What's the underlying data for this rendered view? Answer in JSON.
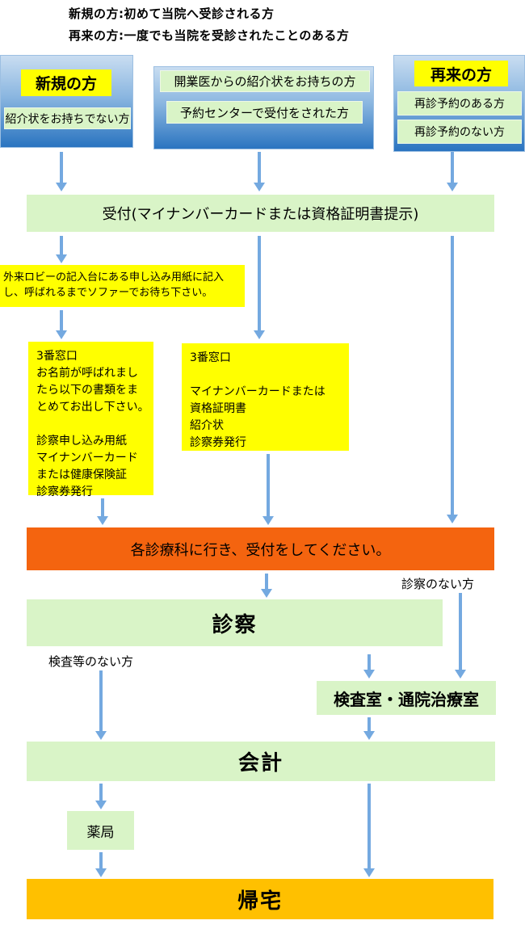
{
  "header": {
    "line1": "新規の方:初めて当院へ受診される方",
    "line2": "再来の方:一度でも当院を受診されたことのある方"
  },
  "entry_groups": {
    "new_patient": {
      "title": "新規の方",
      "items": [
        "紹介状をお持ちでない方"
      ]
    },
    "referral": {
      "items": [
        "開業医からの紹介状をお持ちの方",
        "予約センターで受付をされた方"
      ]
    },
    "returning": {
      "title": "再来の方",
      "items": [
        "再診予約のある方",
        "再診予約のない方"
      ]
    }
  },
  "reception": {
    "label": "受付(マイナンバーカードまたは資格証明書提示)"
  },
  "lobby_note": {
    "line1": "外来ロビーの記入台にある申し込み用紙に記入",
    "line2": "し、呼ばれるまでソファーでお待ち下さい。"
  },
  "window3_left": {
    "lines": [
      "3番窓口",
      "お名前が呼ばれまし",
      "たら以下の書類をま",
      "とめてお出し下さい。",
      "",
      "診察申し込み用紙",
      "マイナンバーカード",
      "または健康保険証",
      "診察券発行"
    ]
  },
  "window3_middle": {
    "lines": [
      "3番窓口",
      "",
      "マイナンバーカードまたは",
      "資格証明書",
      "紹介状",
      "診察券発行"
    ]
  },
  "department": {
    "label": "各診療科に行き、受付をしてください。"
  },
  "branch_labels": {
    "no_consultation": "診察のない方",
    "no_test": "検査等のない方"
  },
  "steps": {
    "consultation": "診察",
    "testing_room": "検査室・通院治療室",
    "payment": "会計",
    "pharmacy": "薬局",
    "home": "帰宅"
  },
  "colors": {
    "flow_green": "#d9f4c7",
    "highlight_yellow": "#ffff00",
    "orange": "#f4640f",
    "amber": "#ffc000",
    "arrow_blue": "#74a9e0",
    "box_blue_top": "#c9ddf1",
    "box_blue_bottom": "#2a74c0"
  }
}
